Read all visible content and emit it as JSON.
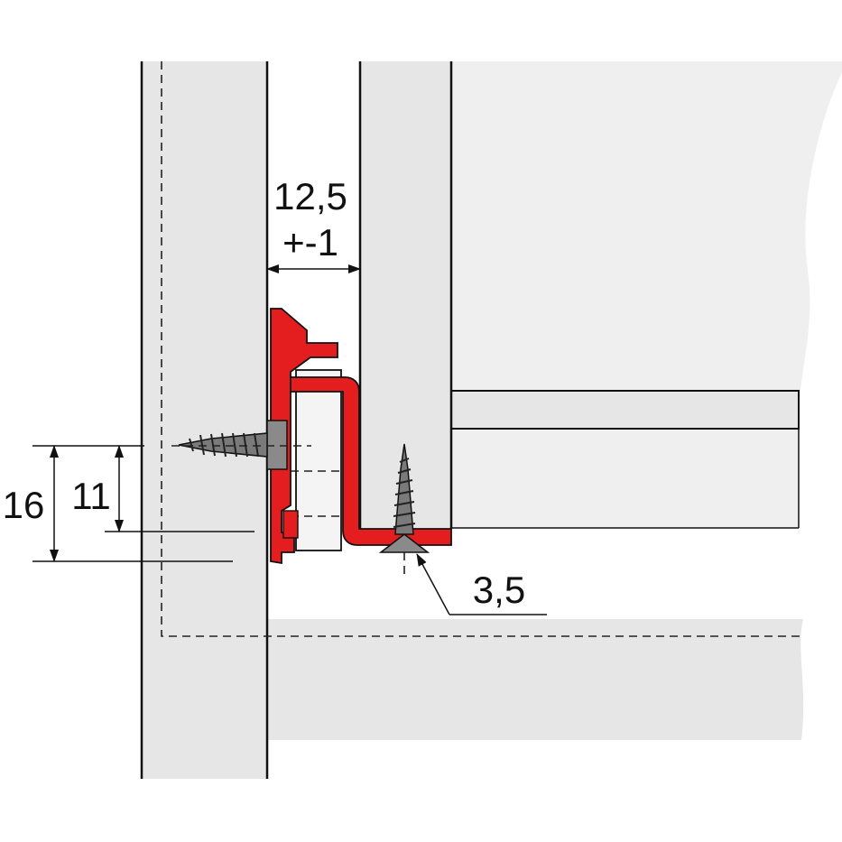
{
  "colors": {
    "panel": "#e6e6e6",
    "drawer_side": "#efefef",
    "background": "#ffffff",
    "bracket_red": "#e41e1e",
    "roller_light": "#f4f4f4",
    "screw_grey": "#7a7a7a",
    "outline": "#111111"
  },
  "dimensions": {
    "gap_value": "12,5",
    "gap_tolerance": "+-1",
    "height_outer": "16",
    "height_inner": "11",
    "screw_diameter": "3,5"
  },
  "icons": [
    "side-screw-icon",
    "vertical-screw-icon",
    "dimension-arrow-icon"
  ]
}
